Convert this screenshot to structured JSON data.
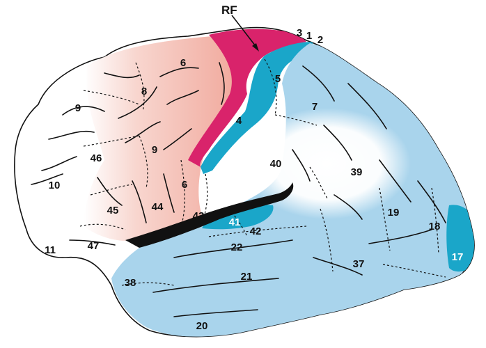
{
  "diagram": {
    "pointer_label": "RF",
    "colors": {
      "frontal_white": "#ffffff",
      "premotor_pink": "#f3b7ad",
      "motor_magenta": "#d9236b",
      "somatosensory_teal": "#1aa6c9",
      "association_blue": "#a9d4ec",
      "outline": "#111111",
      "fissure": "#111111"
    },
    "areas": [
      {
        "id": "a3",
        "label": "3"
      },
      {
        "id": "a1",
        "label": "1"
      },
      {
        "id": "a2",
        "label": "2"
      },
      {
        "id": "a6_top",
        "label": "6"
      },
      {
        "id": "a8",
        "label": "8"
      },
      {
        "id": "a9_top",
        "label": "9"
      },
      {
        "id": "a5",
        "label": "5"
      },
      {
        "id": "a7",
        "label": "7"
      },
      {
        "id": "a4",
        "label": "4"
      },
      {
        "id": "a46",
        "label": "46"
      },
      {
        "id": "a9_mid",
        "label": "9"
      },
      {
        "id": "a40",
        "label": "40"
      },
      {
        "id": "a39",
        "label": "39"
      },
      {
        "id": "a10",
        "label": "10"
      },
      {
        "id": "a6_low",
        "label": "6"
      },
      {
        "id": "a45",
        "label": "45"
      },
      {
        "id": "a44",
        "label": "44"
      },
      {
        "id": "a43",
        "label": "43"
      },
      {
        "id": "a41",
        "label": "41"
      },
      {
        "id": "a42",
        "label": "42"
      },
      {
        "id": "a19",
        "label": "19"
      },
      {
        "id": "a18",
        "label": "18"
      },
      {
        "id": "a22",
        "label": "22"
      },
      {
        "id": "a47",
        "label": "47"
      },
      {
        "id": "a11",
        "label": "11"
      },
      {
        "id": "a17",
        "label": "17"
      },
      {
        "id": "a37",
        "label": "37"
      },
      {
        "id": "a21",
        "label": "21"
      },
      {
        "id": "a38",
        "label": "38"
      },
      {
        "id": "a20",
        "label": "20"
      }
    ]
  }
}
